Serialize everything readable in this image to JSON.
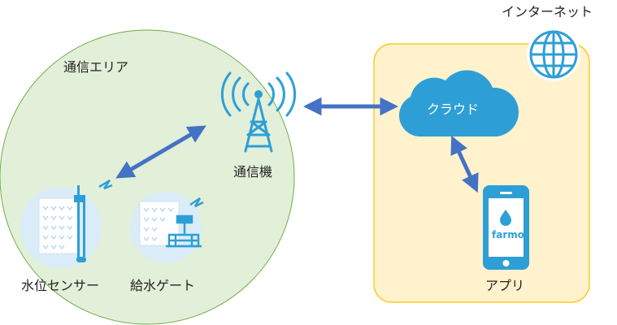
{
  "labels": {
    "comm_area": "通信エリア",
    "antenna": "通信機",
    "water_sensor": "水位センサー",
    "water_gate": "給水ゲート",
    "internet": "インターネット",
    "cloud": "クラウド",
    "app": "アプリ"
  },
  "phone": {
    "logo_text": "farmo"
  },
  "icons": [
    "antenna-icon",
    "globe-icon",
    "cloud-icon",
    "smartphone-icon",
    "water-level-sensor-icon",
    "water-gate-icon",
    "signal-icon"
  ],
  "colors": {
    "area_fill": "#e2efd9",
    "area_stroke": "#70ad47",
    "box_fill": "#fff2cc",
    "box_stroke": "#ffc000",
    "accent": "#2e9fd6",
    "arrow": "#4472c4"
  }
}
